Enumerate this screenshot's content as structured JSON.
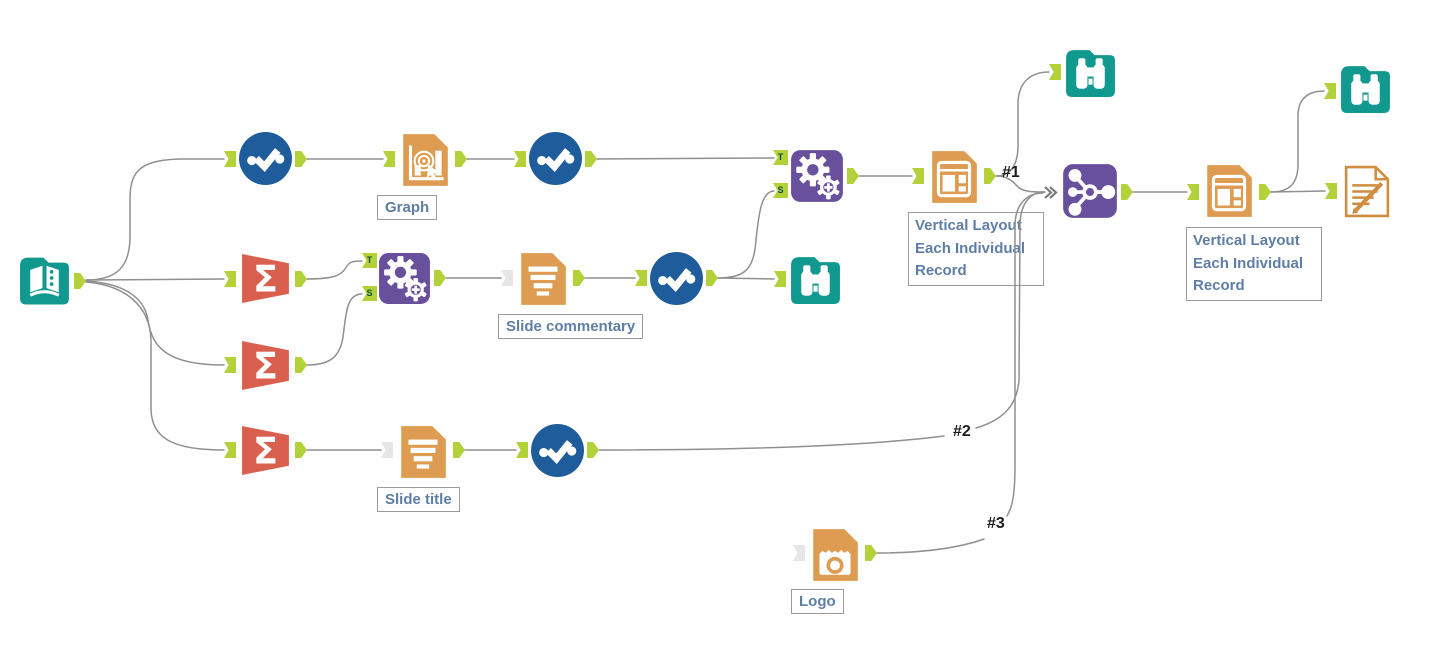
{
  "workflow": {
    "connection_labels": {
      "c1": "#1",
      "c2": "#2",
      "c3": "#3"
    },
    "anchor_letters": {
      "t": "T",
      "s": "S"
    },
    "tool_labels": {
      "graph": "Graph",
      "slide_commentary": "Slide commentary",
      "slide_title": "Slide title",
      "logo": "Logo",
      "vertical_layout_1": [
        "Vertical Layout",
        "Each Individual",
        "Record"
      ],
      "vertical_layout_2": [
        "Vertical Layout",
        "Each Individual",
        "Record"
      ]
    },
    "icons": {
      "input": "input-data-book-icon",
      "select": "select-checkmark-icon",
      "chart": "interactive-chart-icon",
      "gears": "gears-icon",
      "layout": "report-layout-icon",
      "browse": "browse-binoculars-icon",
      "union": "union-icon",
      "summarize": "summarize-sigma-icon",
      "report_text": "report-text-icon",
      "image": "image-camera-icon",
      "render": "render-icon"
    },
    "colors": {
      "teal": "#12998f",
      "blue": "#1e5c9b",
      "orange": "#dd9c51",
      "red_orange": "#d9604e",
      "purple": "#69509d",
      "anchor_green": "#b3d139",
      "wire_gray": "#909090",
      "label_text": "#5f7ea6",
      "label_border": "#9b9b9b"
    }
  }
}
